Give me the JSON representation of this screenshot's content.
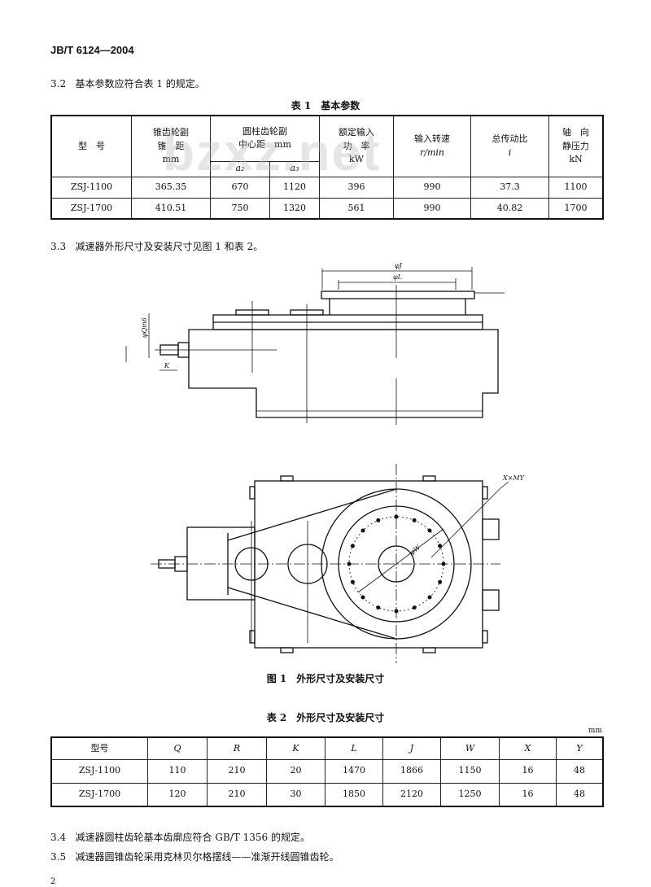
{
  "header": {
    "standard_code": "JB/T 6124—2004"
  },
  "sections": [
    {
      "num": "3.2",
      "text": "基本参数应符合表 1 的规定。"
    },
    {
      "num": "3.3",
      "text": "减速器外形尺寸及安装尺寸见图 1 和表 2。"
    },
    {
      "num": "3.4",
      "text": "减速器圆柱齿轮基本齿廓应符合 GB/T 1356 的规定。"
    },
    {
      "num": "3.5",
      "text": "减速器圆锥齿轮采用克林贝尔格摆线——准渐开线圆锥齿轮。"
    }
  ],
  "watermark": "bzxz.net",
  "table1": {
    "caption": "表 1　基本参数",
    "headers": {
      "model": "型　号",
      "bevel_line1": "锥齿轮副",
      "bevel_line2": "锥　距",
      "bevel_unit": "mm",
      "cyl_line1": "圆柱齿轮副",
      "cyl_line2": "中心距　mm",
      "a2": "a₂",
      "a3": "a₃",
      "power_line1": "额定输入",
      "power_line2": "功　率",
      "power_unit": "kW",
      "speed_line1": "输入转速",
      "speed_unit": "r/min",
      "ratio_line1": "总传动比",
      "ratio_symbol": "i",
      "axial_line1": "轴　向",
      "axial_line2": "静压力",
      "axial_unit": "kN"
    },
    "rows": [
      [
        "ZSJ-1100",
        "365.35",
        "670",
        "1120",
        "396",
        "990",
        "37.3",
        "1100"
      ],
      [
        "ZSJ-1700",
        "410.51",
        "750",
        "1320",
        "561",
        "990",
        "40.82",
        "1700"
      ]
    ]
  },
  "figure1": {
    "caption": "图 1　外形尺寸及安装尺寸",
    "labels": {
      "phiJ": "φJ",
      "phiL": "φL",
      "phiQ": "φQm6",
      "K": "K",
      "phiW": "φW",
      "XxM": "X×MY"
    }
  },
  "table2": {
    "caption": "表 2　外形尺寸及安装尺寸",
    "unit": "mm",
    "headers": [
      "型号",
      "Q",
      "R",
      "K",
      "L",
      "J",
      "W",
      "X",
      "Y"
    ],
    "rows": [
      [
        "ZSJ-1100",
        "110",
        "210",
        "20",
        "1470",
        "1866",
        "1150",
        "16",
        "48"
      ],
      [
        "ZSJ-1700",
        "120",
        "210",
        "30",
        "1850",
        "2120",
        "1250",
        "16",
        "48"
      ]
    ]
  },
  "page_number": "2"
}
